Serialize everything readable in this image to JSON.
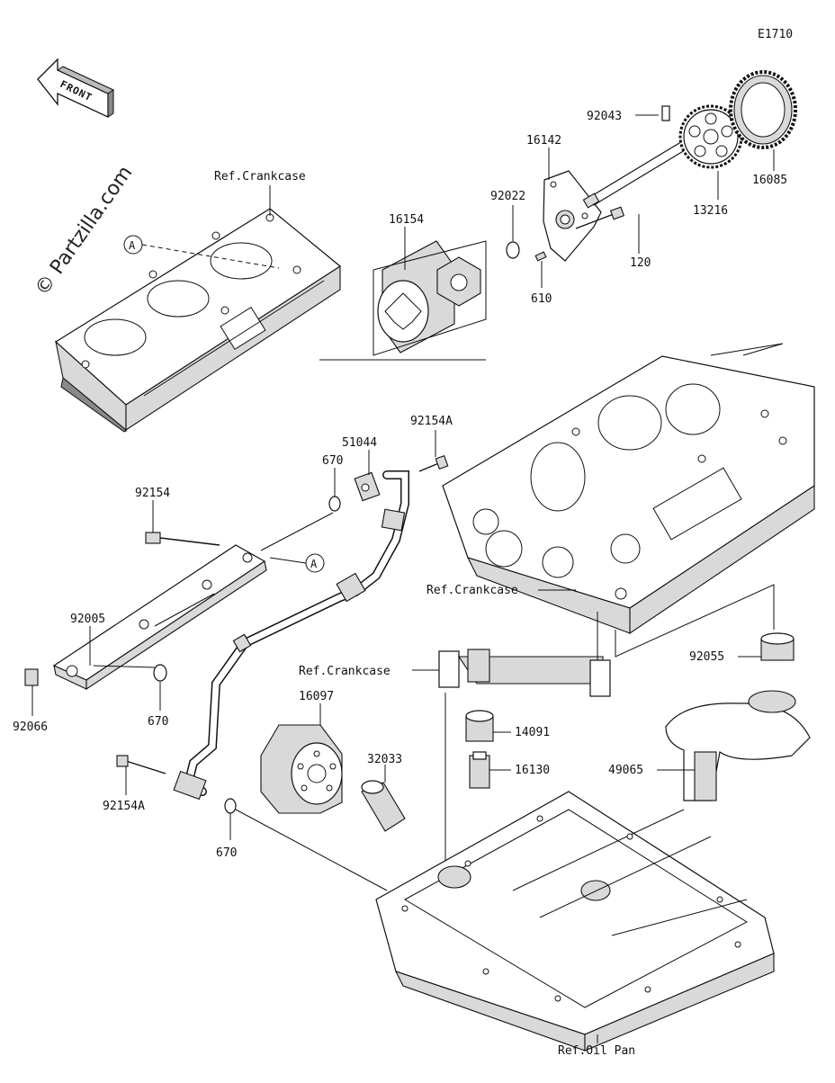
{
  "diagram": {
    "code": "E1710",
    "watermark": "© Partzilla.com",
    "front_badge": "FRONT",
    "ref_crankcase": "Ref.Crankcase",
    "ref_oil_pan": "Ref.Oil Pan",
    "callout_letter": "A"
  },
  "parts": {
    "p92043": "92043",
    "p16142": "16142",
    "p16085": "16085",
    "p92022": "92022",
    "p13216": "13216",
    "p16154": "16154",
    "p120": "120",
    "p610": "610",
    "p92154A_top": "92154A",
    "p51044": "51044",
    "p670_top": "670",
    "p92154": "92154",
    "p92005": "92005",
    "p92066": "92066",
    "p670_mid": "670",
    "p16097": "16097",
    "p32033": "32033",
    "p92154A_bottom": "92154A",
    "p670_bottom": "670",
    "p14091": "14091",
    "p16130": "16130",
    "p92055": "92055",
    "p49065": "49065"
  }
}
